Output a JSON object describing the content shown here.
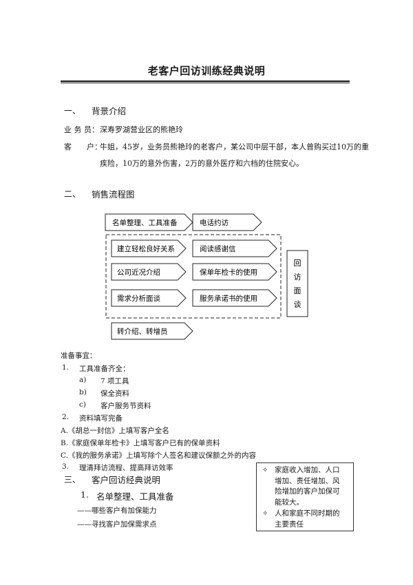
{
  "title": "老客户回访训练经典说明",
  "section1": {
    "num": "一、",
    "title": "背景介绍",
    "salesperson_label": "业 务 员：",
    "salesperson_value": "深寿罗湖营业区的熊艳玲",
    "customer_label": "客　　户：",
    "customer_line1": "牛姐，45岁，业务员熊艳玲的老客户，某公司中层干部，本人曾购买过10万的重",
    "customer_line2": "疾险，10万的意外伤害，2万的意外医疗和六档的住院安心。"
  },
  "section2": {
    "num": "二、",
    "title": "销售流程图",
    "flow": {
      "step_list": "名单整理、工具准备",
      "step_phone": "电话约访",
      "step_rapport": "建立轻松良好关系",
      "step_letter": "阅读感谢信",
      "step_company": "公司近况介绍",
      "step_card": "保单年检卡的使用",
      "step_needs": "需求分析面谈",
      "step_promise": "服务承诺书的使用",
      "step_referral": "转介绍、转增员",
      "side_box": [
        "回",
        "访",
        "面",
        "谈"
      ]
    }
  },
  "prep": {
    "heading": "准备事宜：",
    "item1_num": "1.",
    "item1": "工具准备齐全：",
    "sub": [
      {
        "num": "a)",
        "text": "7 项工具"
      },
      {
        "num": "b)",
        "text": "保全资料"
      },
      {
        "num": "c)",
        "text": "客户服务节资料"
      }
    ],
    "item2_num": "2.",
    "item2": "资料填写完备",
    "lettered": [
      "A.《胡总一封信》上填写客户全名",
      "B.《家庭保单年检卡》上填写客户已有的保单资料",
      "C.《我的服务承诺》上填写除个人签名和建议保额之外的内容"
    ],
    "item3_num": "3.",
    "item3": "理清拜访流程、提高拜访效率"
  },
  "section3": {
    "num": "三、",
    "title": "客户回访经典说明",
    "sub_num": "1.",
    "sub_title": "名单整理、工具准备",
    "dash1": "——哪些客户有加保能力",
    "dash2": "——寻找客户加保需求点"
  },
  "callout": {
    "item1": [
      "家庭收入增加、人口",
      "增加、责任增加、风",
      "险增加的客户加保可",
      "能较大。"
    ],
    "item2": [
      "人和家庭不同时期的",
      "主要责任"
    ]
  }
}
